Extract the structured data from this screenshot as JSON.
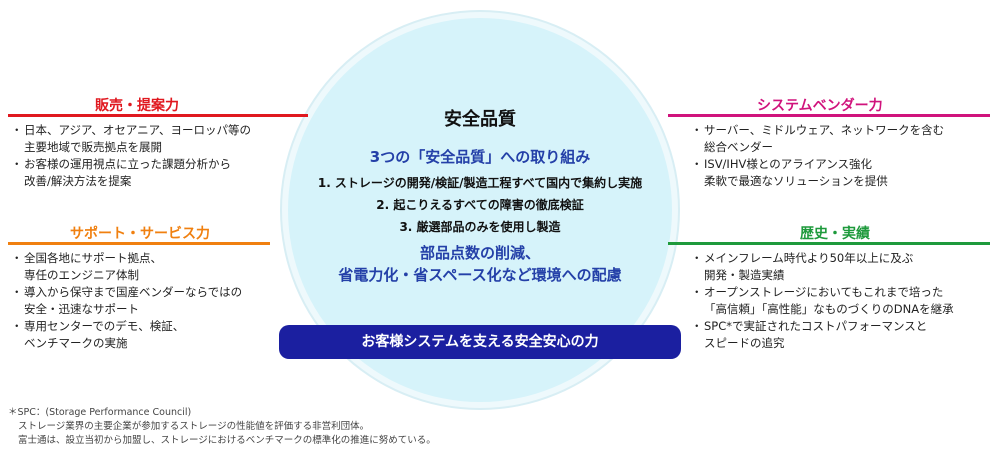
{
  "colors": {
    "sales": "#e0181f",
    "support": "#f08010",
    "system": "#d0137c",
    "history": "#1e9a3c",
    "accent_text": "#2440a8",
    "banner": "#1b1fa0",
    "circle": "#d6f3fa"
  },
  "center": {
    "title": "安全品質",
    "subtitle": "3つの「安全品質」への取り組み",
    "items": [
      "1. ストレージの開発/検証/製造工程すべて国内で集約し実施",
      "2. 起こりえるすべての障害の徹底検証",
      "3. 厳選部品のみを使用し製造"
    ],
    "eco_line1": "部品点数の削減、",
    "eco_line2": "省電力化・省スペース化など環境への配慮",
    "banner": "お客様システムを支える安全安心の力"
  },
  "sales": {
    "title": "販売・提案力",
    "items": [
      [
        "日本、アジア、オセアニア、ヨーロッパ等の",
        "主要地域で販売拠点を展開"
      ],
      [
        "お客様の運用視点に立った課題分析から",
        "改善/解決方法を提案"
      ]
    ]
  },
  "support": {
    "title": "サポート・サービス力",
    "items": [
      [
        "全国各地にサポート拠点、",
        "専任のエンジニア体制"
      ],
      [
        "導入から保守まで国産ベンダーならではの",
        "安全・迅速なサポート"
      ],
      [
        "専用センターでのデモ、検証、",
        "ベンチマークの実施"
      ]
    ]
  },
  "system": {
    "title": "システムベンダー力",
    "items": [
      [
        "サーバー、ミドルウェア、ネットワークを含む",
        "総合ベンダー"
      ],
      [
        "ISV/IHV様とのアライアンス強化",
        "柔軟で最適なソリューションを提供"
      ]
    ]
  },
  "history": {
    "title": "歴史・実績",
    "items": [
      [
        "メインフレーム時代より50年以上に及ぶ",
        "開発・製造実績"
      ],
      [
        "オープンストレージにおいてもこれまで培った",
        "「高信頼」「高性能」なものづくりのDNAを継承"
      ],
      [
        "SPC*で実証されたコストパフォーマンスと",
        "スピードの追究"
      ]
    ]
  },
  "footnote": [
    "＊SPC：(Storage Performance Council)",
    "ストレージ業界の主要企業が参加するストレージの性能値を評価する非営利団体。",
    "富士通は、設立当初から加盟し、ストレージにおけるベンチマークの標準化の推進に努めている。"
  ]
}
